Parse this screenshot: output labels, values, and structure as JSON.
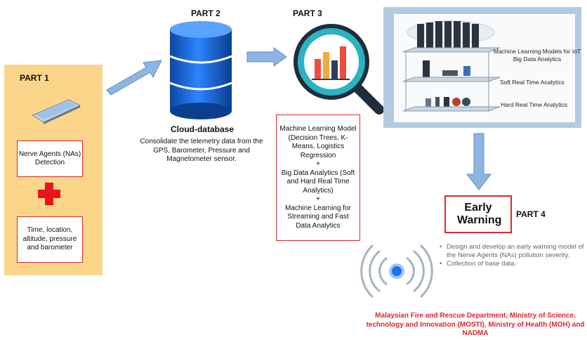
{
  "part1": {
    "title": "PART 1",
    "nerve_box": "Nerve Agents (NAs) Detection",
    "info_box": "Time, location, altitude, pressure and barometer",
    "colors": {
      "panel": "#fbd68a",
      "border": "#e0262d",
      "cross": "#e8141b"
    }
  },
  "part2": {
    "title": "PART 2",
    "db_title": "Cloud-database",
    "db_desc": "Consolidate the telemetry data from the GPS, Barometer, Pressure and Magnetometer sensor."
  },
  "part3": {
    "title": "PART 3",
    "ml_text": "Machine Learning Model (Decision Trees, K-Means, Logistics Regression\n+\nBig Data Analytics (Soft and Hard Real Time Analytics)\n+\nMachine Learning for Streaming and Fast Data Analytics"
  },
  "analytics_tiers": {
    "top": "Machine Learning Models for IoT Big Data Analytics",
    "middle": "Soft Real Time Analytics",
    "bottom": "Hard Real Time Analytics"
  },
  "part4": {
    "title": "PART 4",
    "early_warning": "Early Warning",
    "bullets": [
      "Design and develop an early warning model of the Nerve Agents (NAs) pollution severity.",
      "Collection of base data."
    ],
    "organizations": "Malaysian Fire and Rescue Department, Ministry of Science, technology and Innovation (MOSTI), Ministry of Health (MOH) and NADMA"
  },
  "icons": [
    "smartphone-icon",
    "medical-cross-icon",
    "database-icon",
    "magnifier-chart-icon",
    "server-rack-icon",
    "wireless-signal-icon",
    "arrow-icon"
  ],
  "colors": {
    "arrow": "#8db4e2",
    "arrow_border": "#5f8fc4",
    "db": "#1a73e8",
    "red": "#e0262d"
  }
}
